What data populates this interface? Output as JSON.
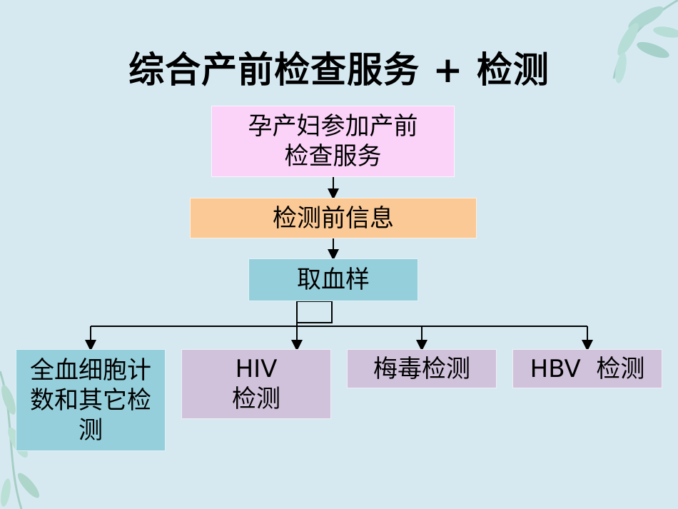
{
  "title": "综合产前检查服务 +  检测",
  "boxes": {
    "prenatal": {
      "line1": "孕产妇参加产前",
      "line2": "检查服务"
    },
    "pretest": {
      "label": "检测前信息"
    },
    "blood": {
      "label": "取血样"
    },
    "cbc": {
      "line1": "全血细胞计",
      "line2": "数和其它检",
      "line3": "测"
    },
    "hiv": {
      "line1": "HIV",
      "line2": "检测"
    },
    "syphilis": {
      "label": "梅毒检测"
    },
    "hbv": {
      "label": "HBV  检测"
    }
  },
  "colors": {
    "background": "#d6e9f1",
    "prenatal": "#fbd3f9",
    "pretest": "#fbc995",
    "teal": "#95cfdb",
    "lavender": "#d0c2db"
  }
}
